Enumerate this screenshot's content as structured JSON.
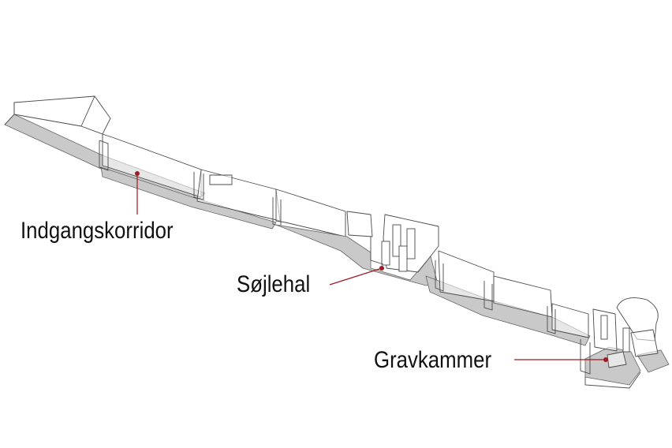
{
  "labels": {
    "entrance_corridor": "Indgangskorridor",
    "pillared_hall": "Søjlehal",
    "burial_chamber": "Gravkammer"
  },
  "colors": {
    "leader": "#9b1c22",
    "floor": "#c9c9c9",
    "outline": "#4a4a4a",
    "background": "#ffffff"
  }
}
